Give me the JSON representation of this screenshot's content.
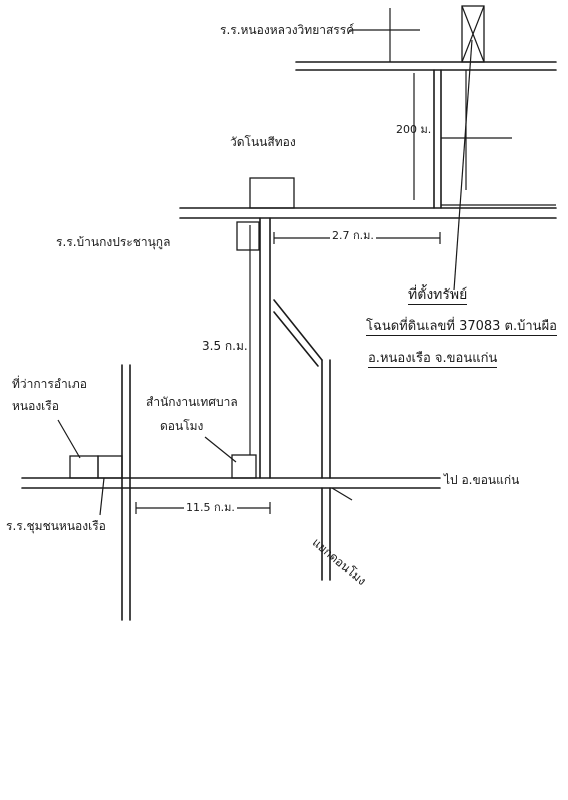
{
  "labels": {
    "school_top": "ร.ร.หนองหลวงวิทยาสรรค์",
    "temple": "วัดโนนสีทอง",
    "school_mid": "ร.ร.บ้านกงประชานุกูล",
    "dist_200m": "200 ม.",
    "dist_2_7km": "2.7 ก.ม.",
    "dist_3_5km": "3.5 ก.ม.",
    "dist_11_5km": "11.5 ก.ม.",
    "site_title": "ที่ตั้งทรัพย์",
    "site_deed": "โฉนดที่ดินเลขที่ 37083 ต.บ้านผือ",
    "site_district": "อ.หนองเรือ  จ.ขอนแก่น",
    "district_office_1": "ที่ว่าการอำเภอ",
    "district_office_2": "หนองเรือ",
    "municipal_1": "สำนักงานเทศบาล",
    "municipal_2": "ดอนโมง",
    "to_khonkaen": "ไป อ.ขอนแก่น",
    "school_bottom": "ร.ร.ชุมชนหนองเรือ",
    "market": "แยกดอนโมง"
  }
}
